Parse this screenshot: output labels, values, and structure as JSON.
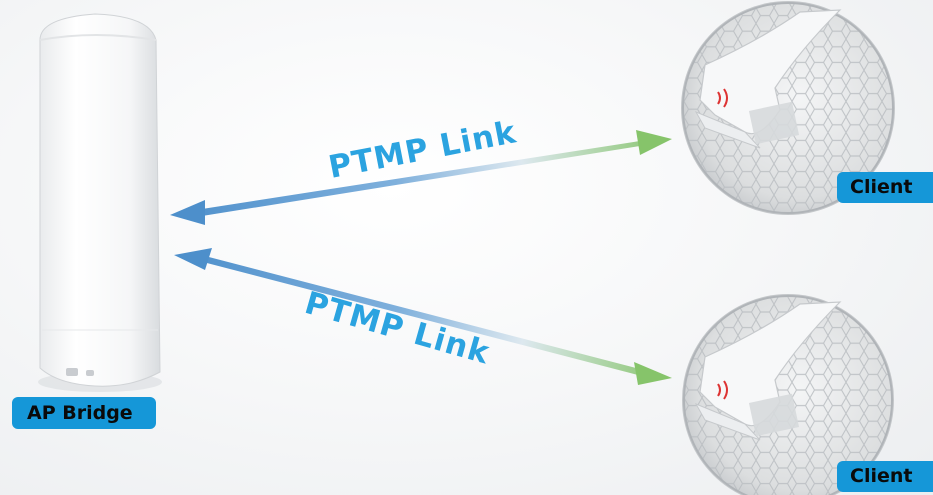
{
  "nodes": {
    "ap": {
      "label": "AP Bridge"
    },
    "clients": [
      {
        "label": "Client"
      },
      {
        "label": "Client"
      }
    ]
  },
  "links": [
    {
      "label": "PTMP Link",
      "from": "Client",
      "to": "AP Bridge"
    },
    {
      "label": "PTMP Link",
      "from": "Client",
      "to": "AP Bridge"
    }
  ],
  "colors": {
    "label_background": "#1597d8",
    "label_text": "#0a0a0a",
    "link_text": "#2ba3e0",
    "arrow_blue": "#5b9fd0",
    "arrow_green": "#8fca6a",
    "device_body": "#f4f5f6",
    "dish_mesh": "#d7d9db"
  }
}
